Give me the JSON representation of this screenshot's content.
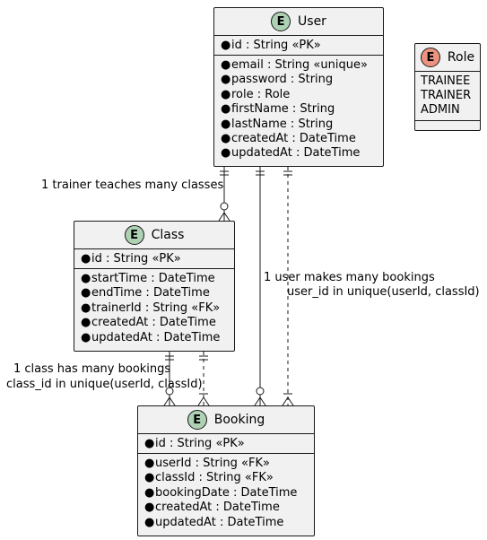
{
  "entities": {
    "user": {
      "badge": "E",
      "name": "User",
      "pk_fields": [
        "id : String «PK»"
      ],
      "fields": [
        "email : String «unique»",
        "password : String",
        "role : Role",
        "firstName : String",
        "lastName : String",
        "createdAt : DateTime",
        "updatedAt : DateTime"
      ]
    },
    "role": {
      "badge": "E",
      "name": "Role",
      "values": [
        "TRAINEE",
        "TRAINER",
        "ADMIN"
      ]
    },
    "class": {
      "badge": "E",
      "name": "Class",
      "pk_fields": [
        "id : String «PK»"
      ],
      "fields": [
        "startTime : DateTime",
        "endTime : DateTime",
        "trainerId : String «FK»",
        "createdAt : DateTime",
        "updatedAt : DateTime"
      ]
    },
    "booking": {
      "badge": "E",
      "name": "Booking",
      "pk_fields": [
        "id : String «PK»"
      ],
      "fields": [
        "userId : String «FK»",
        "classId : String «FK»",
        "bookingDate : DateTime",
        "createdAt : DateTime",
        "updatedAt : DateTime"
      ]
    }
  },
  "relations": {
    "user_class": "1 trainer teaches many classes",
    "user_booking_1": "1 user makes many bookings",
    "user_booking_2": "user_id in unique(userId, classId)",
    "class_booking_1": "1 class has many bookings",
    "class_booking_2": "class_id in unique(userId, classId)"
  },
  "colors": {
    "entity_fill": "#f1f1f1",
    "border": "#181818",
    "entity_badge": "#add1b2",
    "enum_badge": "#eb937f"
  }
}
